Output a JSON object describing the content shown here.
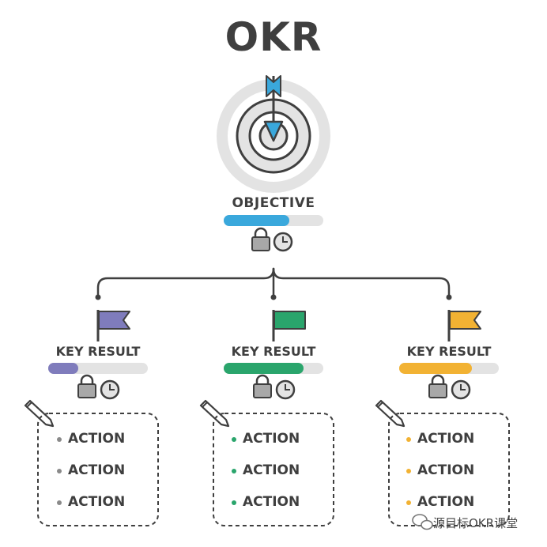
{
  "title": "OKR",
  "objective": {
    "label": "OBJECTIVE",
    "progress": 0.66,
    "color": "#3aa8dc"
  },
  "key_results": [
    {
      "label": "KEY RESULT",
      "progress": 0.3,
      "color": "#7f7cbc",
      "actions": [
        "ACTION",
        "ACTION",
        "ACTION"
      ]
    },
    {
      "label": "KEY RESULT",
      "progress": 0.8,
      "color": "#2aa56c",
      "actions": [
        "ACTION",
        "ACTION",
        "ACTION"
      ]
    },
    {
      "label": "KEY RESULT",
      "progress": 0.73,
      "color": "#f2b233",
      "actions": [
        "ACTION",
        "ACTION",
        "ACTION"
      ]
    }
  ],
  "icons": [
    "target-icon",
    "arrow-icon",
    "lock-icon",
    "clock-icon",
    "flag-icon",
    "pencil-icon",
    "wechat-icon"
  ],
  "bar_track_color": "#e3e3e3",
  "ink_color": "#3f3f3f",
  "watermark": "源目标OKR课堂"
}
